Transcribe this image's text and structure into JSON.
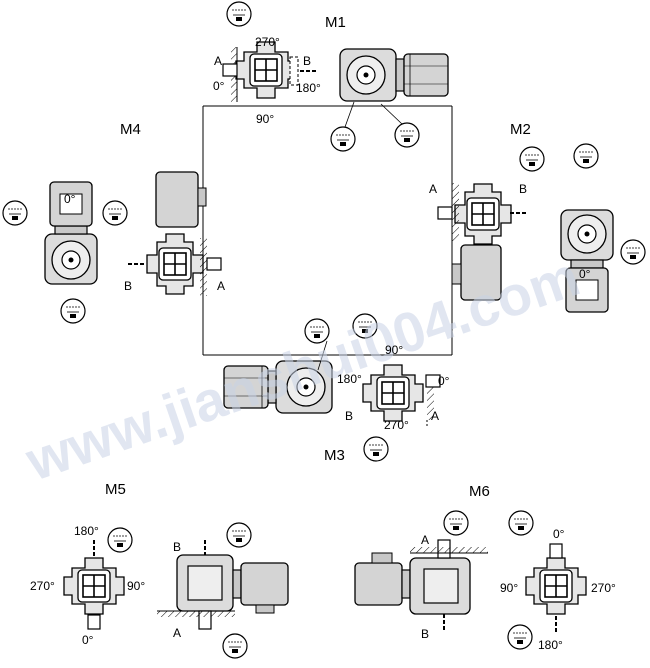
{
  "positions": [
    "M1",
    "M2",
    "M3",
    "M4",
    "M5",
    "M6"
  ],
  "angles": {
    "m1_top": "270°",
    "m1_left": "0°",
    "m1_right": "180°",
    "m1_bottom": "90°",
    "m3_top": "90°",
    "m3_left": "180°",
    "m3_right": "0°",
    "m3_bottom": "270°",
    "m5_top": "180°",
    "m5_left": "270°",
    "m5_right": "90°",
    "m5_bottom": "0°",
    "m6_top": "0°",
    "m6_left": "90°",
    "m6_right": "270°",
    "m6_bottom": "180°",
    "m4_gear": "0°",
    "m2_gear": "0°"
  },
  "shaft_sides": {
    "m1_a": "A",
    "m1_b": "B",
    "m2_a": "A",
    "m2_b": "B",
    "m3_a": "A",
    "m3_b": "B",
    "m4_a": "A",
    "m4_b": "B",
    "m5_a": "A",
    "m5_b": "B",
    "m6_a": "A",
    "m6_b": "B"
  },
  "watermark": "www.jianshui004.com",
  "icons": [
    "gearmotor-icon",
    "gearbox-front-icon",
    "oil-level-callout-icon",
    "mounting-wall-icon"
  ],
  "colors": {
    "line": "#000000",
    "fill_gray": "#d0d0d0",
    "watermark": "#c9d3e6"
  }
}
